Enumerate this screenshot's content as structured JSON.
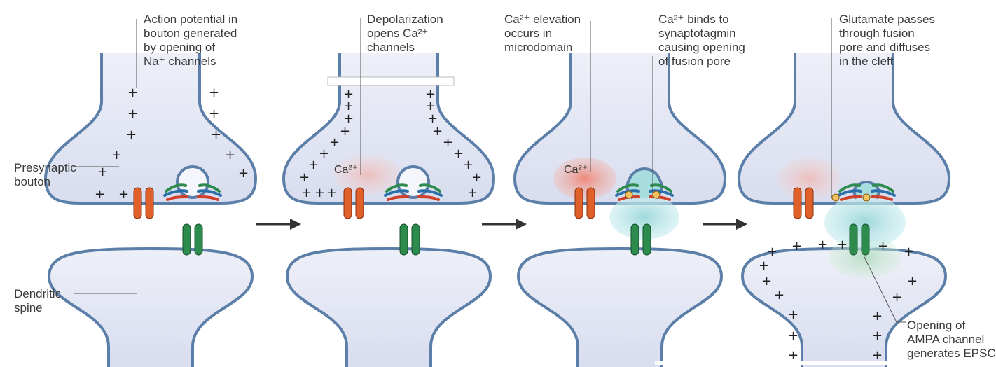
{
  "labels": {
    "step1": "Action potential in\nbouton generated\nby opening of\nNa⁺ channels",
    "step2": "Depolarization\nopens Ca²⁺\nchannels",
    "step3": "Ca²⁺ elevation\noccurs in\nmicrodomain",
    "step4": "Ca²⁺ binds to\nsynaptotagmin\ncausing opening\nof fusion pore",
    "step5": "Glutamate passes\nthrough fusion\npore and diffuses\nin the cleft",
    "presynaptic": "Presynaptic\nbouton",
    "dendritic": "Dendritic\nspine",
    "ampa": "Opening of\nAMPA channel\ngenerates EPSC",
    "ca_marker": "Ca²⁺"
  },
  "colors": {
    "membrane": "#5b7fa8",
    "cytoplasm": "#e4e8f4",
    "ca_channel": "#e0602a",
    "ampa_channel": "#2e8b4e",
    "ca_cloud": "#f0a090",
    "glutamate_cloud": "#a8dde0"
  },
  "icons": [
    "arrow-right-icon",
    "vesicle-icon",
    "calcium-channel-icon",
    "ampa-channel-icon",
    "synaptotagmin-icon"
  ]
}
